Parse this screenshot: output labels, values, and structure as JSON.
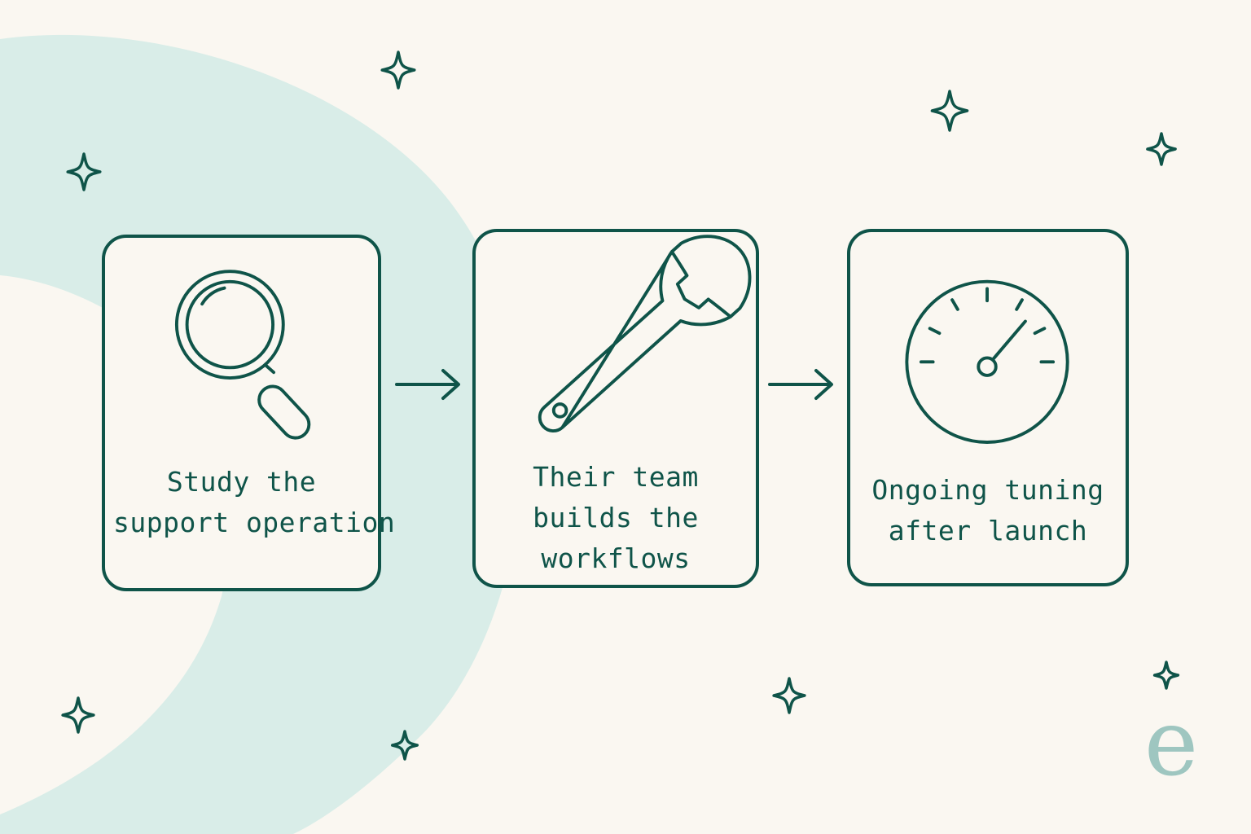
{
  "steps": [
    {
      "id": "study",
      "icon": "magnifying-glass-icon",
      "label_lines": [
        "Study the",
        "support operation"
      ]
    },
    {
      "id": "build",
      "icon": "wrench-icon",
      "label_lines": [
        "Their team",
        "builds the",
        "workflows"
      ]
    },
    {
      "id": "tune",
      "icon": "gauge-icon",
      "label_lines": [
        "Ongoing tuning",
        "after launch"
      ]
    }
  ],
  "connectors": [
    "arrow-right-icon",
    "arrow-right-icon"
  ],
  "decorations": {
    "sparkle_icon": "sparkle-icon",
    "background_shape": "teal-crescent"
  },
  "logo": {
    "letter": "e"
  },
  "colors": {
    "background": "#faf7f1",
    "ink": "#0f5449",
    "crescent": "#d9ede8",
    "logo": "#9ec6c0"
  }
}
